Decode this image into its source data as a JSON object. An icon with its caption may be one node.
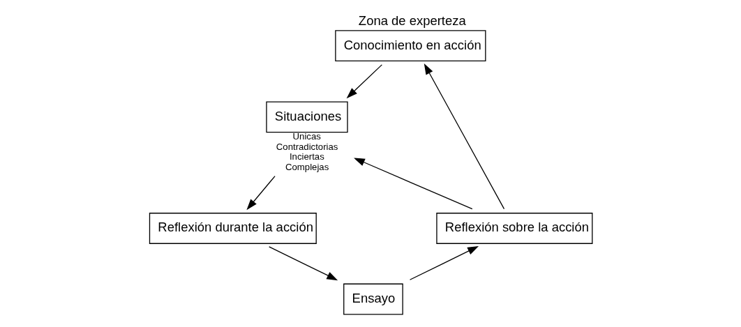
{
  "diagram": {
    "nodes": [
      {
        "text": [
          "Zona de experteza",
          "Conocimiento en acción"
        ]
      },
      {
        "text": [
          "Situaciones"
        ],
        "beside": [
          "Unicas",
          "Contradictorias",
          "Inciertas",
          "Complejas"
        ]
      },
      {
        "text": [
          "Reflexión durante la acción"
        ]
      },
      {
        "text": [
          "Ensayo"
        ]
      },
      {
        "text": [
          "Reflexión sobre la acción"
        ]
      }
    ],
    "edges": [
      {
        "from": 0,
        "to": 1,
        "arrow": "to"
      },
      {
        "from": 1,
        "to": 2,
        "arrow": "to"
      },
      {
        "from": 2,
        "to": 3,
        "arrow": "to"
      },
      {
        "from": 3,
        "to": 4,
        "arrow": "to"
      },
      {
        "from": 4,
        "to": 0,
        "arrow": "to"
      },
      {
        "from": 4,
        "to": 1,
        "arrow": "to"
      }
    ]
  }
}
